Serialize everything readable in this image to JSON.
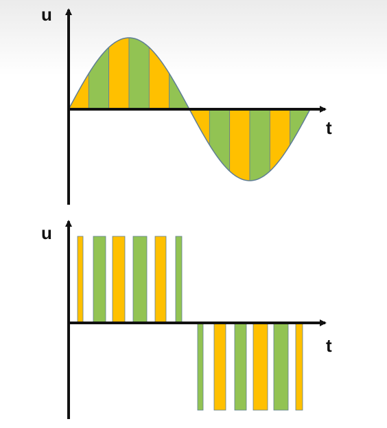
{
  "colors": {
    "background": "#ffffff",
    "axis": "#111111",
    "orange": "#ffc000",
    "green": "#92c353",
    "outline": "#5f7d95"
  },
  "top_chart": {
    "y_label": "u",
    "x_label": "t",
    "waveform": "sine",
    "stripe_count": 12,
    "stripe_colors": [
      "orange",
      "green",
      "orange",
      "green",
      "orange",
      "green",
      "orange",
      "green",
      "orange",
      "green",
      "orange",
      "green"
    ]
  },
  "bottom_chart": {
    "y_label": "u",
    "x_label": "t",
    "waveform": "pwm pulses",
    "pulse_count": 12,
    "pulse_colors": [
      "orange",
      "green",
      "orange",
      "green",
      "orange",
      "green",
      "green",
      "orange",
      "green",
      "orange",
      "green",
      "orange"
    ],
    "pulse_polarity": [
      1,
      1,
      1,
      1,
      1,
      1,
      -1,
      -1,
      -1,
      -1,
      -1,
      -1
    ]
  }
}
